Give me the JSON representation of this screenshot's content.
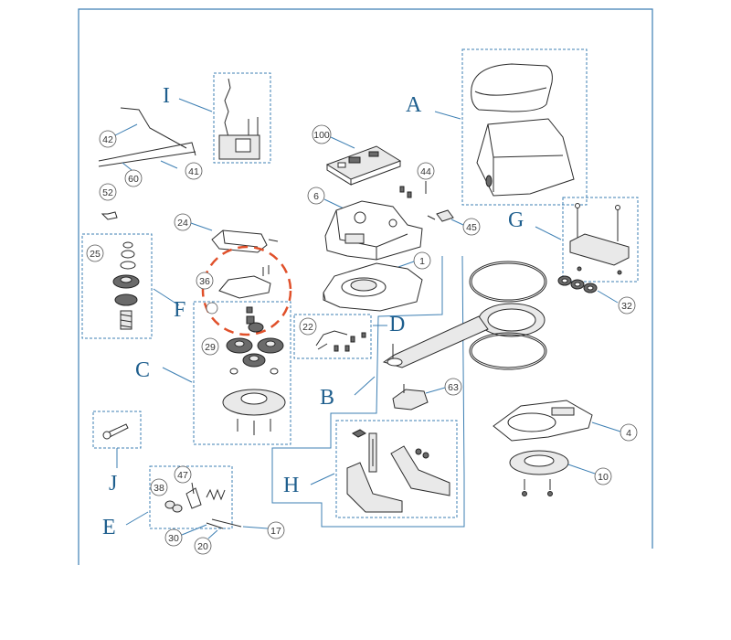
{
  "groups": {
    "A": "A",
    "B": "B",
    "C": "C",
    "D": "D",
    "E": "E",
    "F": "F",
    "G": "G",
    "H": "H",
    "I": "I",
    "J": "J"
  },
  "callouts": {
    "c100": "100",
    "c6": "6",
    "c44": "44",
    "c45": "45",
    "c1": "1",
    "c42": "42",
    "c41": "41",
    "c60": "60",
    "c52": "52",
    "c24": "24",
    "c25": "25",
    "c36": "36",
    "c29": "29",
    "c22": "22",
    "c32": "32",
    "c63": "63",
    "c4": "4",
    "c10": "10",
    "c38": "38",
    "c47": "47",
    "c30": "30",
    "c17": "17",
    "c20": "20"
  },
  "colors": {
    "frame": "#3d7fb3",
    "label": "#1f5f8e",
    "highlight": "#e0502a"
  }
}
